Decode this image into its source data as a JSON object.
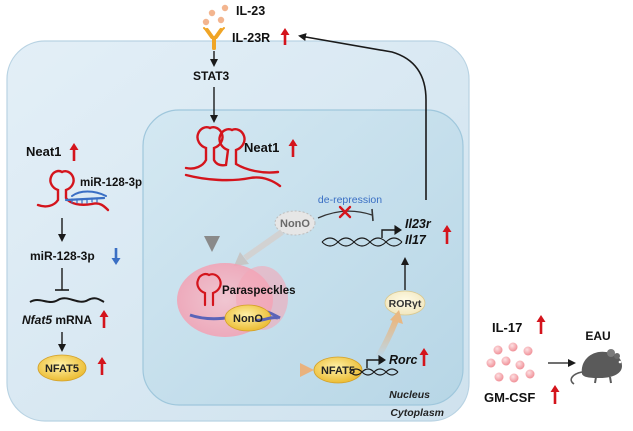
{
  "ligand": {
    "label": "IL-23"
  },
  "receptor": {
    "label": "IL-23R"
  },
  "signal": {
    "label": "STAT3"
  },
  "cytoplasm": {
    "neat1_label": "Neat1",
    "mirna_label": "miR-128-3p",
    "mirna_level_label": "miR-128-3p",
    "mrna_gene": "Nfat5",
    "mrna_suffix": " mRNA",
    "protein_label": "NFAT5"
  },
  "nucleus": {
    "neat1_label": "Neat1",
    "nono_label": "NonO",
    "derepression_label": "de-repression",
    "paraspeckles_label": "Paraspeckles",
    "paraspeckle_nono_label": "NonO",
    "target_gene_1": "Il23r",
    "target_gene_2": "Il17",
    "nfat5_label": "NFAT5",
    "rorc_label": "Rorc",
    "rorgt_label": "RORγt"
  },
  "compartments": {
    "nucleus": "Nucleus",
    "cytoplasm": "Cytoplasm"
  },
  "secreted": {
    "il17": "IL-17",
    "gmcsf": "GM-CSF"
  },
  "outcome": {
    "label": "EAU"
  },
  "colors": {
    "up_arrow": "#d4141c",
    "down_arrow": "#3a6fc4",
    "rna": "#d4141c",
    "cell_fill": "#dbe9f3",
    "nucleus_fill": "#c9e1ee",
    "protein": "#f0c23a",
    "receptor": "#f0a526"
  }
}
